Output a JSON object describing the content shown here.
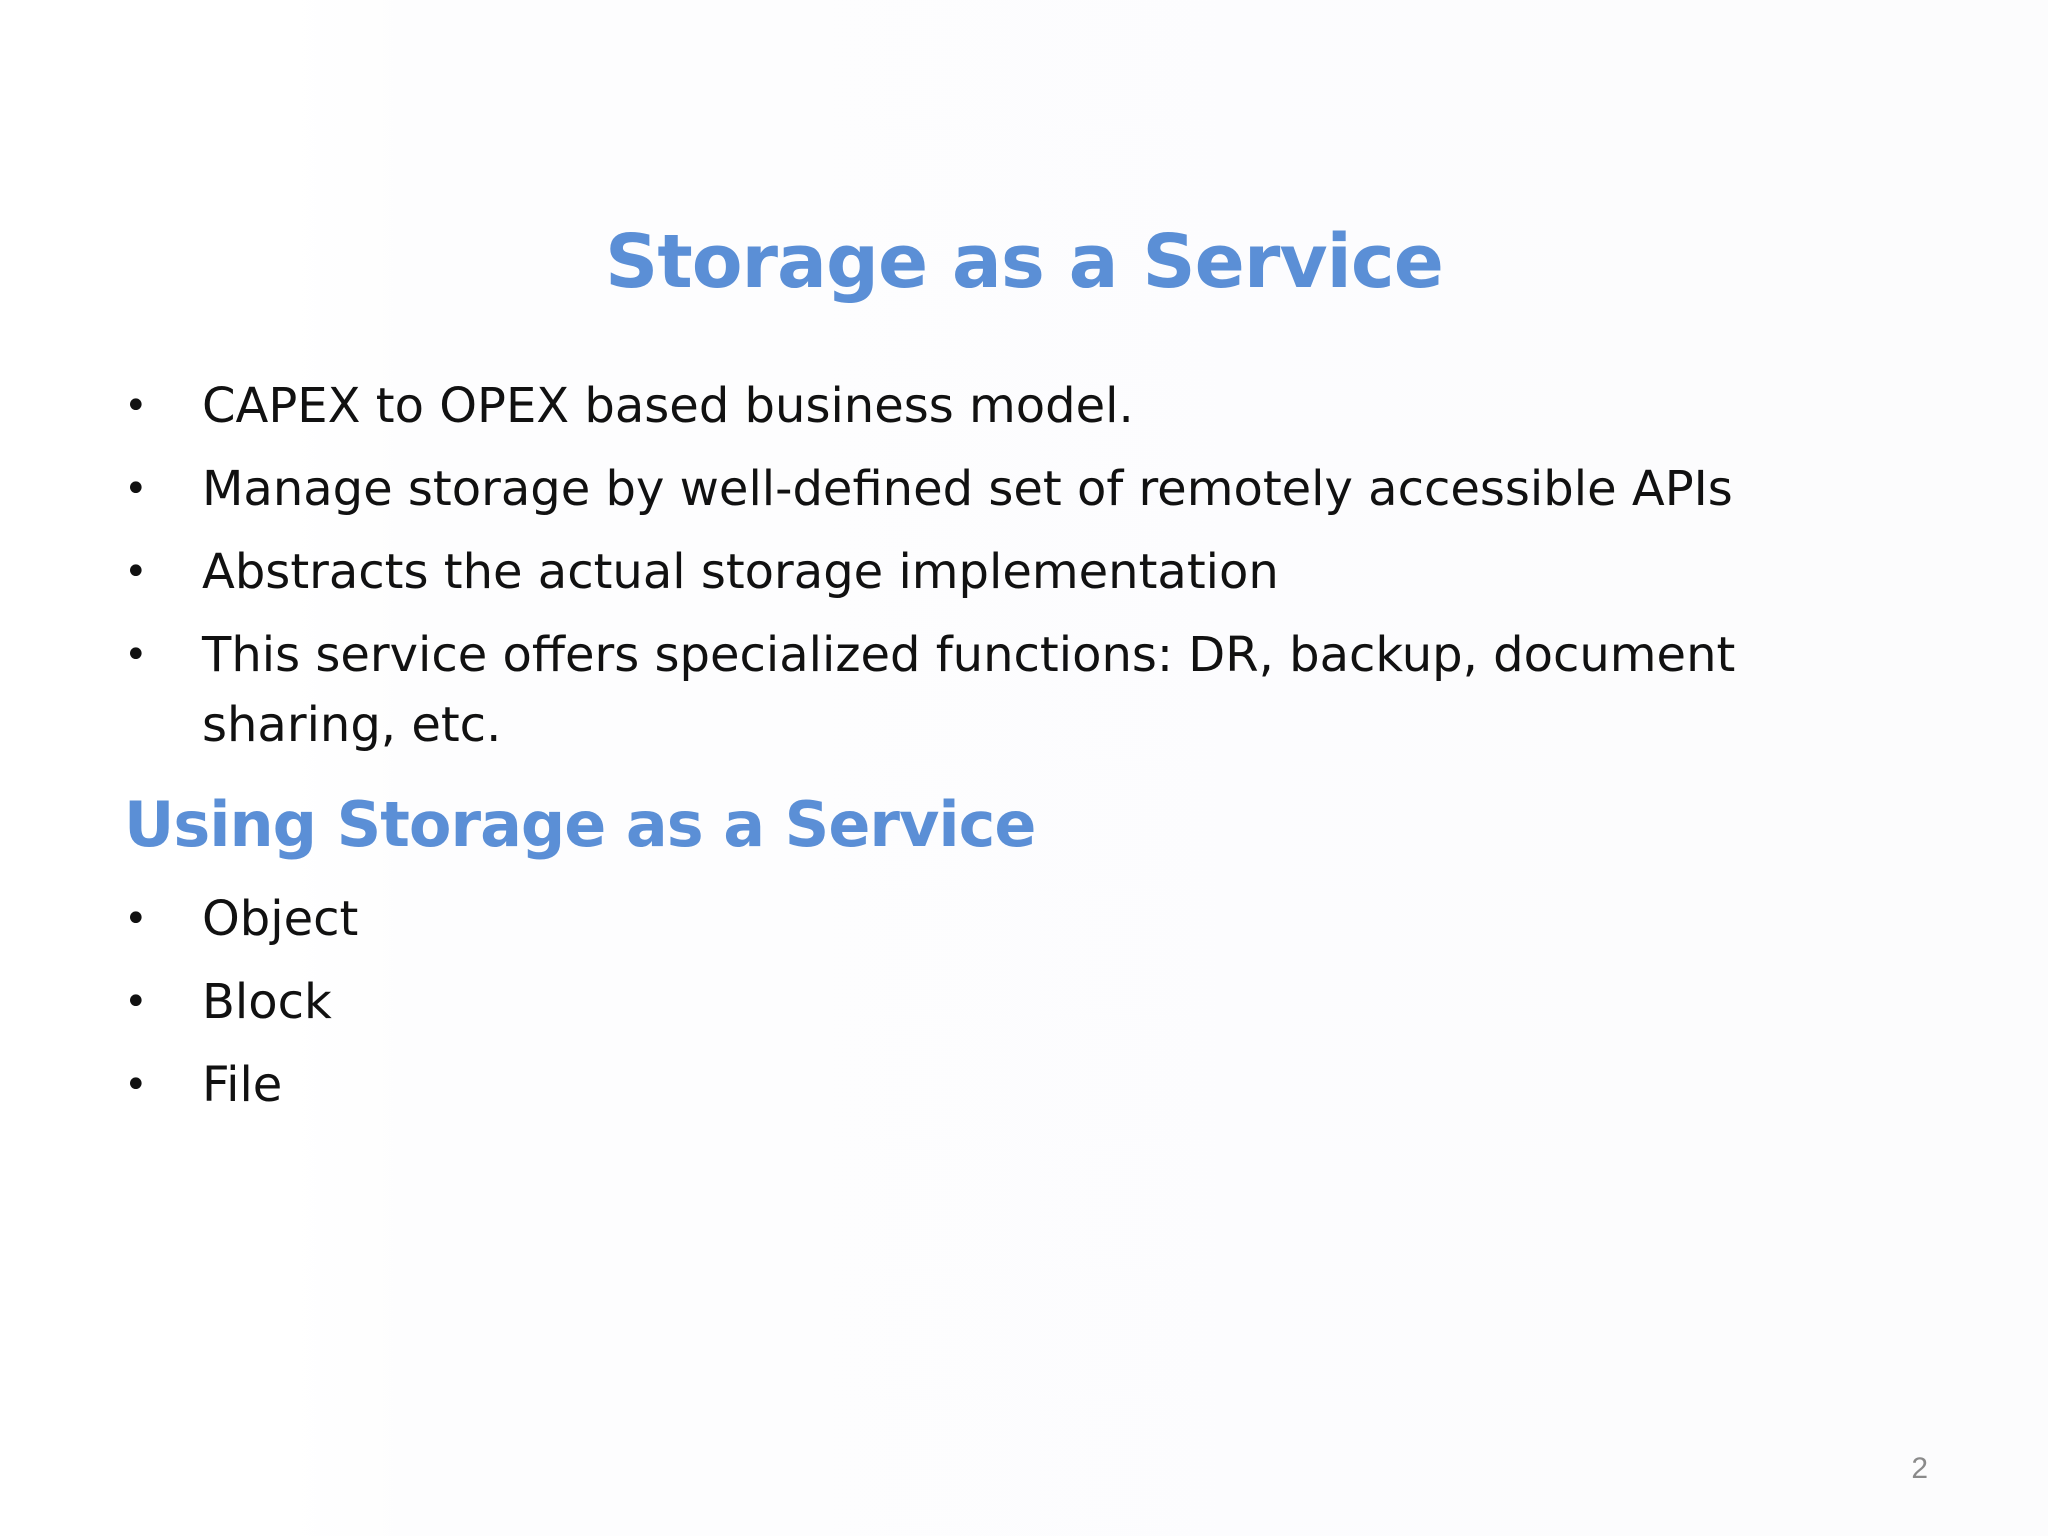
{
  "slide": {
    "title": "Storage as a Service",
    "bullets": [
      "CAPEX to OPEX based business model.",
      "Manage storage by well-defined set of remotely accessible APIs",
      "Abstracts the actual storage implementation",
      "This service offers specialized functions: DR, backup, document sharing, etc."
    ],
    "subheading": "Using Storage as a Service",
    "sub_bullets": [
      "Object",
      "Block",
      "File"
    ],
    "bullet_glyph": "•",
    "page_number": "2"
  },
  "colors": {
    "heading": "#5b8fd6",
    "body_text": "#111111",
    "page_number": "#8a8a8a"
  }
}
